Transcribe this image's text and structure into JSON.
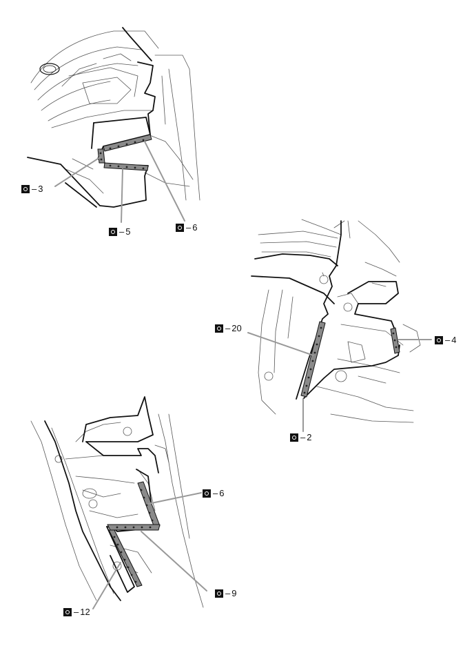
{
  "callouts": [
    {
      "id": "c3",
      "dash": "–",
      "count": "3"
    },
    {
      "id": "c5",
      "dash": "–",
      "count": "5"
    },
    {
      "id": "c6a",
      "dash": "–",
      "count": "6"
    },
    {
      "id": "c20",
      "dash": "–",
      "count": "20"
    },
    {
      "id": "c4",
      "dash": "–",
      "count": "4"
    },
    {
      "id": "c2",
      "dash": "–",
      "count": "2"
    },
    {
      "id": "c6b",
      "dash": "–",
      "count": "6"
    },
    {
      "id": "c9",
      "dash": "–",
      "count": "9"
    },
    {
      "id": "c12",
      "dash": "–",
      "count": "12"
    }
  ],
  "icons": {
    "callout_symbol": "spot-weld-icon"
  },
  "colors": {
    "line": "#111111",
    "weld_strip": "#8a8a8a",
    "leader": "#999999"
  }
}
